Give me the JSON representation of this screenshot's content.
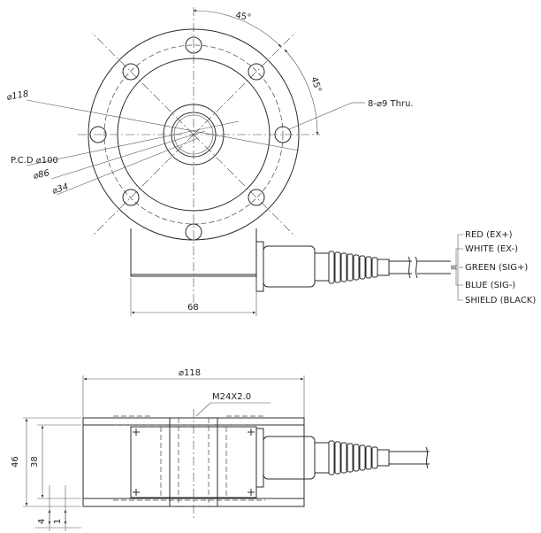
{
  "labels": {
    "angle_top": "45°",
    "angle_side": "45°",
    "dia_118_front": "⌀118",
    "holes": "8-⌀9 Thru.",
    "pcd": "P.C.D ⌀100",
    "dia_86": "⌀86",
    "dia_34": "⌀34",
    "width_68": "68",
    "dia_118_side": "⌀118",
    "thread": "M24X2.0",
    "height_46": "46",
    "height_38": "38",
    "dim_4": "4",
    "dim_1": "1"
  },
  "wires": [
    "RED (EX+)",
    "WHITE (EX-)",
    "GREEN (SIG+)",
    "BLUE (SIG-)",
    "SHIELD (BLACK)"
  ]
}
